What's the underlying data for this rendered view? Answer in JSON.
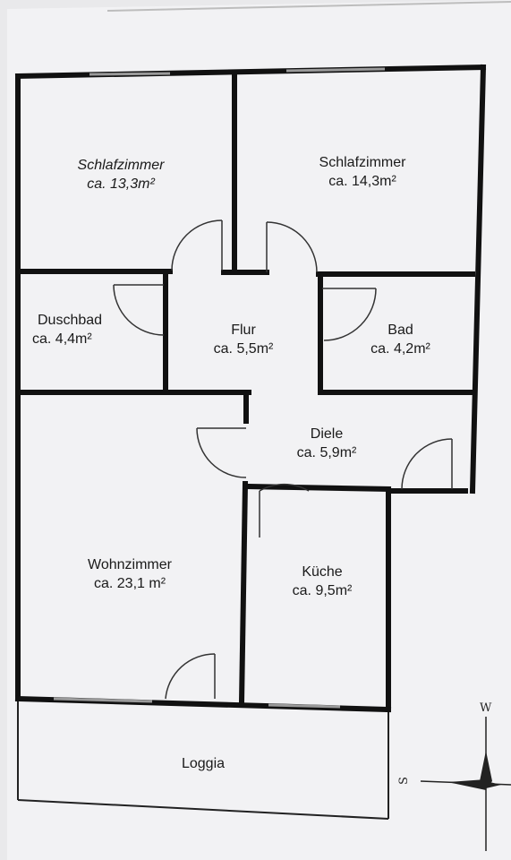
{
  "plan": {
    "rooms": [
      {
        "id": "schlafzimmer-1",
        "name": "Schlafzimmer",
        "area": "ca. 13,3m²"
      },
      {
        "id": "schlafzimmer-2",
        "name": "Schlafzimmer",
        "area": "ca. 14,3m²"
      },
      {
        "id": "duschbad",
        "name": "Duschbad",
        "area": "ca. 4,4m²"
      },
      {
        "id": "flur",
        "name": "Flur",
        "area": "ca. 5,5m²"
      },
      {
        "id": "bad",
        "name": "Bad",
        "area": "ca. 4,2m²"
      },
      {
        "id": "diele",
        "name": "Diele",
        "area": "ca. 5,9m²"
      },
      {
        "id": "wohnzimmer",
        "name": "Wohnzimmer",
        "area": "ca. 23,1 m²"
      },
      {
        "id": "kueche",
        "name": "Küche",
        "area": "ca. 9,5m²"
      },
      {
        "id": "loggia",
        "name": "Loggia"
      }
    ],
    "compass": {
      "north_label": "W",
      "side_label": "S"
    },
    "colors": {
      "wall": "#111111",
      "paper": "#f2f2f4",
      "background": "#e9e9eb",
      "window": "#9a9a9a"
    }
  }
}
